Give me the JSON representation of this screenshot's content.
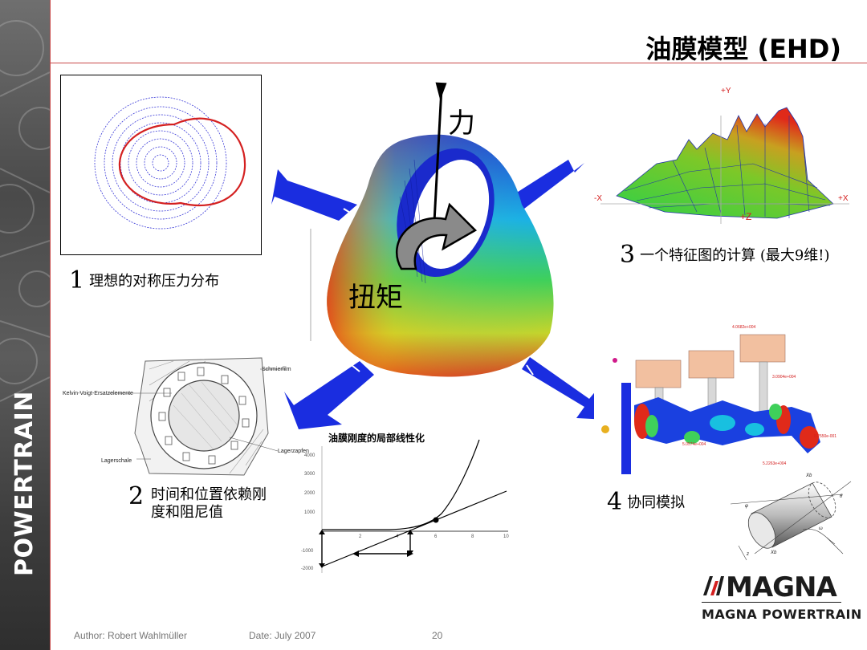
{
  "slide": {
    "title": "油膜模型 (EHD)",
    "brand_vertical": "POWERTRAIN"
  },
  "labels": {
    "item1": {
      "num": "1",
      "text": "理想的对称压力分布"
    },
    "item2": {
      "num": "2",
      "line1": "时间和位置依赖刚",
      "line2": "度和阻尼值"
    },
    "item3": {
      "num": "3",
      "text": "一个特征图的计算 (最大9维!)"
    },
    "item4": {
      "num": "4",
      "text": "协同模拟"
    }
  },
  "center": {
    "force": "力",
    "torque": "扭矩"
  },
  "bearing_drawing": {
    "schmierfilm": "Schmierfilm",
    "kelvin": "Kelvin-Voigt-Ersatzelemente",
    "lagerzapfen": "Lagerzapfen",
    "lagerschale": "Lagerschale"
  },
  "surface_axes": {
    "plus_y": "+Y",
    "minus_x": "-X",
    "plus_x": "+X",
    "plus_z": "+Z"
  },
  "stiffness_chart": {
    "title": "油膜刚度的局部线性化",
    "y_ticks": [
      "4000",
      "3000",
      "2000",
      "1000",
      "-1000",
      "-2000"
    ],
    "x_ticks": [
      "2",
      "4",
      "6",
      "8",
      "10"
    ]
  },
  "crank_labels": {
    "l1": "4.0682e+004",
    "l2": "3.0904e+004",
    "l3": "5.0574e+004",
    "l4": "8.2550e-001",
    "l5": "5.2263e+004"
  },
  "footer": {
    "author": "Author: Robert Wahlmüller",
    "date": "Date: July 2007",
    "page": "20"
  },
  "logo": {
    "word": "MAGNA",
    "sub": "MAGNA POWERTRAIN"
  },
  "colors": {
    "accent_red": "#c94a4a",
    "arrow_blue": "#1a2de0",
    "pressure_red": "#d42020",
    "circle_blue": "#3a3ad8"
  }
}
